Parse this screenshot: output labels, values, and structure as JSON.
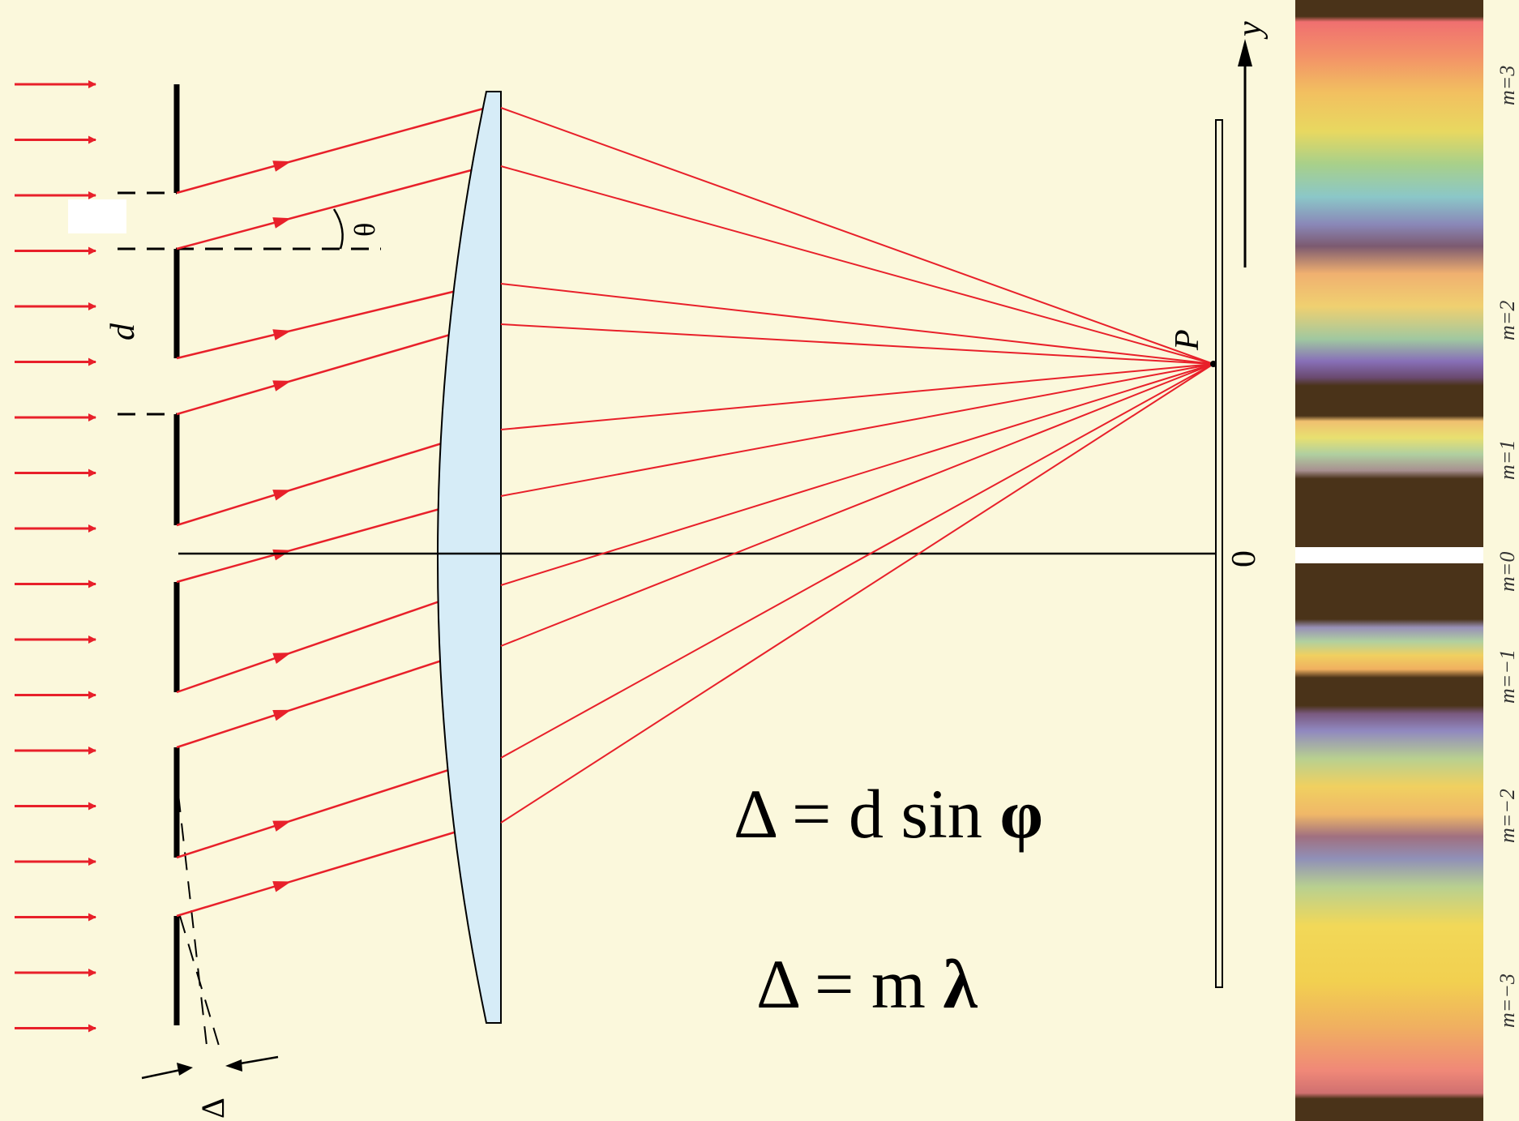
{
  "labels": {
    "y_axis": "y",
    "point": "P",
    "origin": "0",
    "slit_spacing": "d",
    "angle": "θ",
    "path_difference": "Δ"
  },
  "equations": {
    "path_diff": {
      "lhs": "Δ = d sin ",
      "phi": "φ"
    },
    "condition": {
      "lhs": "Δ = m ",
      "lambda": "λ"
    }
  },
  "spectrum": {
    "orders": [
      "m=3",
      "m=2",
      "m=1",
      "m=0",
      "m=−1",
      "m=−2",
      "m=−3"
    ]
  },
  "colors": {
    "background": "#fbf8dc",
    "ray": "#e8202a",
    "lens": "#d6ecf7",
    "dark_band": "#4a3319"
  }
}
